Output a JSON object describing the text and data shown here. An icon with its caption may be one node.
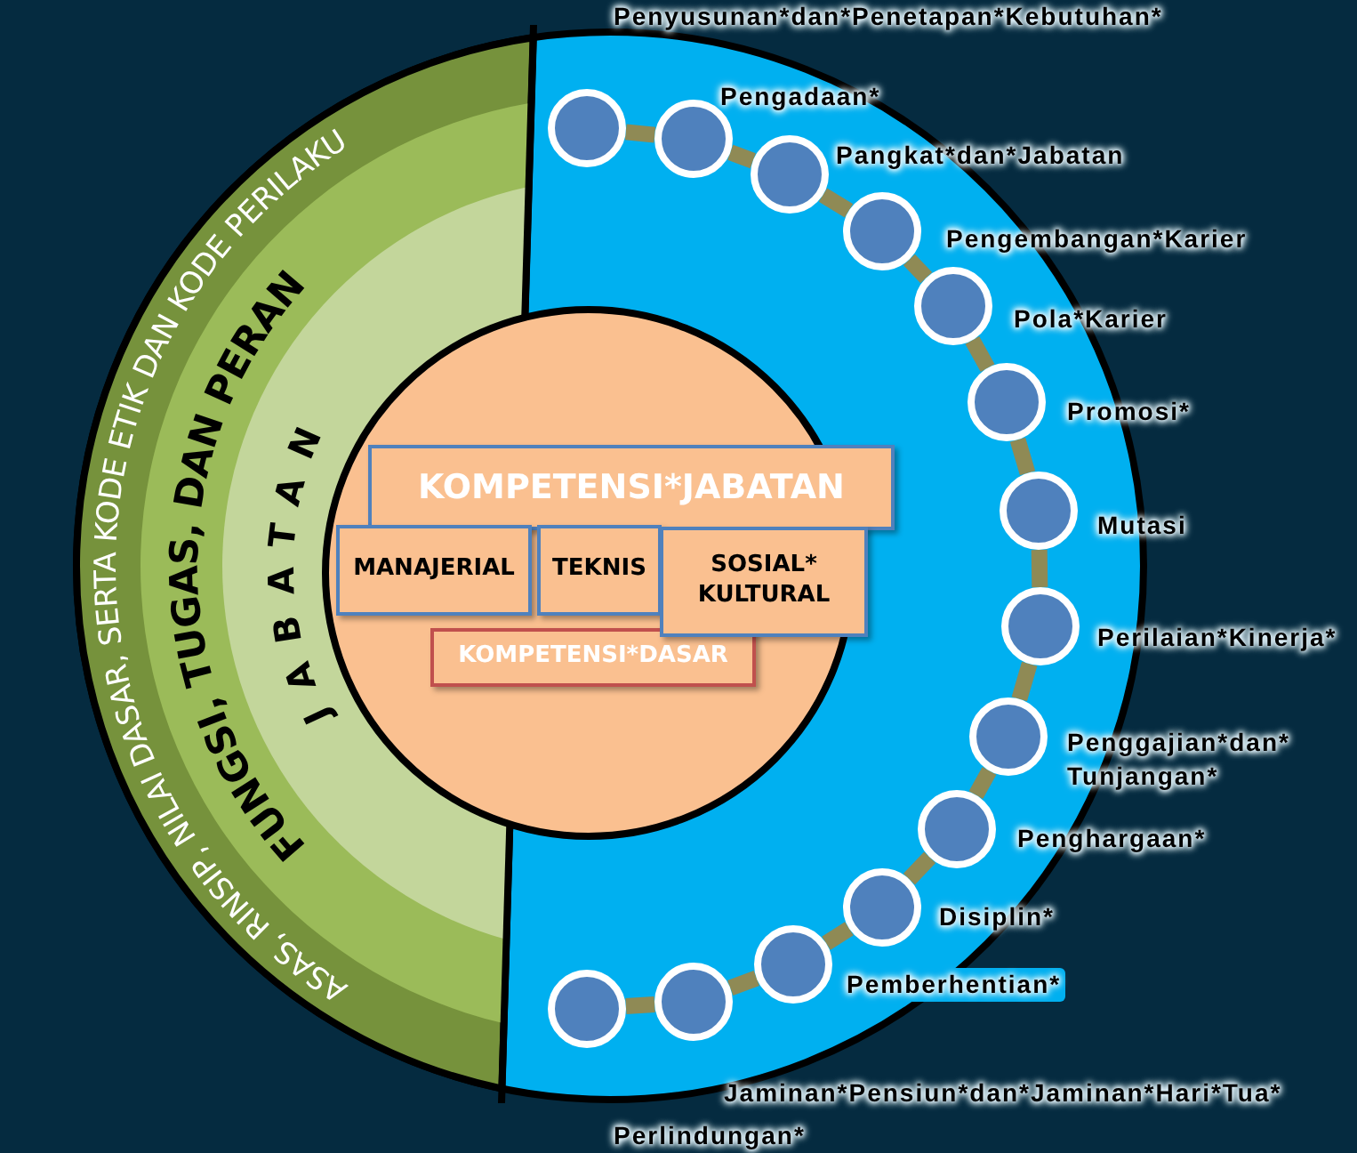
{
  "diagram": {
    "nodes": [
      {
        "text": [],
        "shape": "circle"
      },
      {
        "text": [
          "KOMPETENSI*JABATAN"
        ],
        "in": 0
      },
      {
        "text": [
          "MANAJERIAL"
        ],
        "in": 0
      },
      {
        "text": [
          "TEKNIS"
        ],
        "in": 0
      },
      {
        "text": [
          "SOSIAL* KULTURAL"
        ]
      },
      {
        "text": [
          "KOMPETENSI*DASAR"
        ],
        "in": 0
      },
      {
        "text": [],
        "shape": "circle",
        "beside": [
          "Penyusunan*dan*Penetapan*Kebutuhan*"
        ]
      },
      {
        "text": [],
        "shape": "circle",
        "beside": [
          "Pengadaan*"
        ]
      },
      {
        "text": [],
        "shape": "circle",
        "beside": [
          "Pangkat*dan*Jabatan"
        ]
      },
      {
        "text": [],
        "shape": "circle",
        "beside": [
          "Pengembangan*Karier"
        ]
      },
      {
        "text": [],
        "shape": "circle",
        "beside": [
          "Pola*Karier"
        ]
      },
      {
        "text": [],
        "shape": "circle",
        "beside": [
          "Promosi*"
        ]
      },
      {
        "text": [],
        "shape": "circle",
        "beside": [
          "Mutasi"
        ]
      },
      {
        "text": [],
        "shape": "circle",
        "beside": [
          "Perilaian*Kinerja*"
        ]
      },
      {
        "text": [],
        "shape": "circle",
        "beside": [
          "Penggajian*dan* Tunjangan*"
        ]
      },
      {
        "text": [],
        "shape": "circle",
        "beside": [
          "Penghargaan*"
        ]
      },
      {
        "text": [],
        "shape": "circle",
        "beside": [
          "Disiplin*"
        ]
      },
      {
        "text": [],
        "shape": "circle",
        "beside": [
          "Pemberhentian*"
        ]
      },
      {
        "text": [],
        "shape": "circle",
        "beside": [
          "Jaminan*Pensiun*dan*Jaminan*Hari*Tua*"
        ]
      },
      {
        "text": [],
        "shape": "circle",
        "beside": [
          "Perlindungan*"
        ]
      }
    ],
    "edges": [
      {
        "from": 6,
        "to": 7,
        "arrow": "none"
      },
      {
        "from": 7,
        "to": 8,
        "arrow": "none"
      },
      {
        "from": 8,
        "to": 9,
        "arrow": "none"
      },
      {
        "from": 9,
        "to": 10,
        "arrow": "none"
      },
      {
        "from": 10,
        "to": 11,
        "arrow": "none"
      },
      {
        "from": 11,
        "to": 12,
        "arrow": "none"
      },
      {
        "from": 12,
        "to": 13,
        "arrow": "none"
      },
      {
        "from": 13,
        "to": 14,
        "arrow": "none"
      },
      {
        "from": 14,
        "to": 15,
        "arrow": "none"
      },
      {
        "from": 15,
        "to": 16,
        "arrow": "none"
      },
      {
        "from": 16,
        "to": 17,
        "arrow": "none"
      },
      {
        "from": 17,
        "to": 18,
        "arrow": "none"
      },
      {
        "from": 18,
        "to": 19,
        "arrow": "none"
      }
    ],
    "labels": [
      "ASAS, RINSIP, NILAI DASAR,  SERTA KODE ETIK DAN KODE PERILAKU",
      "FUNGSI, TUGAS, DAN PERAN",
      "JABATAN"
    ]
  }
}
